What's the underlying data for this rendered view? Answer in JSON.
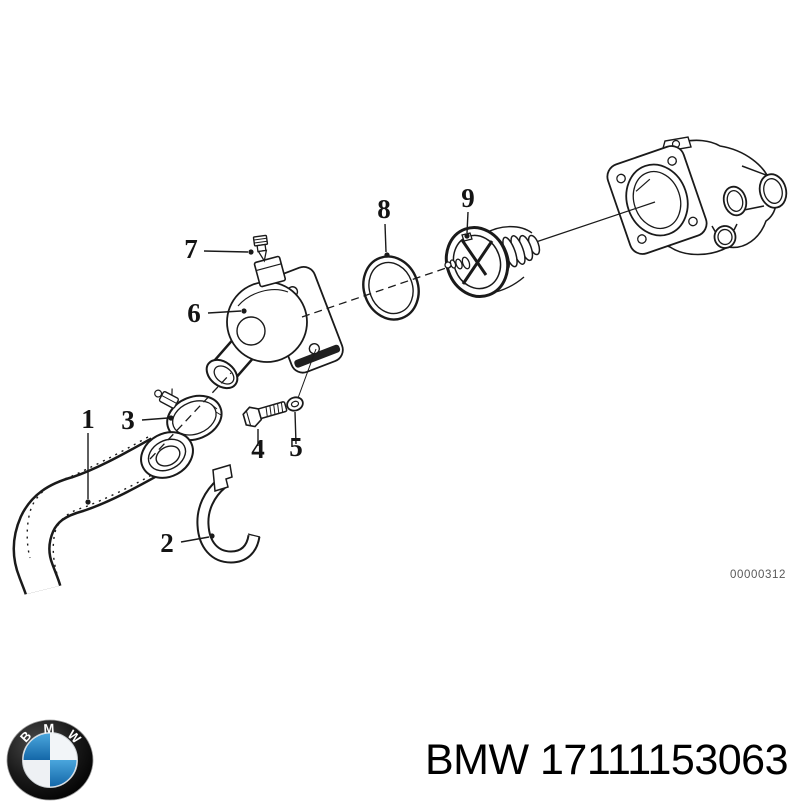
{
  "colors": {
    "line": "#1a1a1a",
    "bmw_blue": "#2a8fcd",
    "bmw_blue_dark": "#1467a8",
    "drawing_number_gray": "#585858",
    "footer_text": "#000000"
  },
  "diagram": {
    "callouts": [
      "1",
      "2",
      "3",
      "4",
      "5",
      "6",
      "7",
      "8",
      "9"
    ],
    "drawing_number": "00000312",
    "parts_depicted": [
      "coolant-hose",
      "mounting-bracket",
      "hose-clamp",
      "bolt",
      "washer",
      "thermostat-housing-cover",
      "vent-screw",
      "o-ring-gasket",
      "thermostat",
      "engine-coolant-flange"
    ]
  },
  "footer": {
    "brand": "BMW",
    "part_number": "17111153063",
    "logo_letters": [
      "B",
      "M",
      "W"
    ]
  }
}
